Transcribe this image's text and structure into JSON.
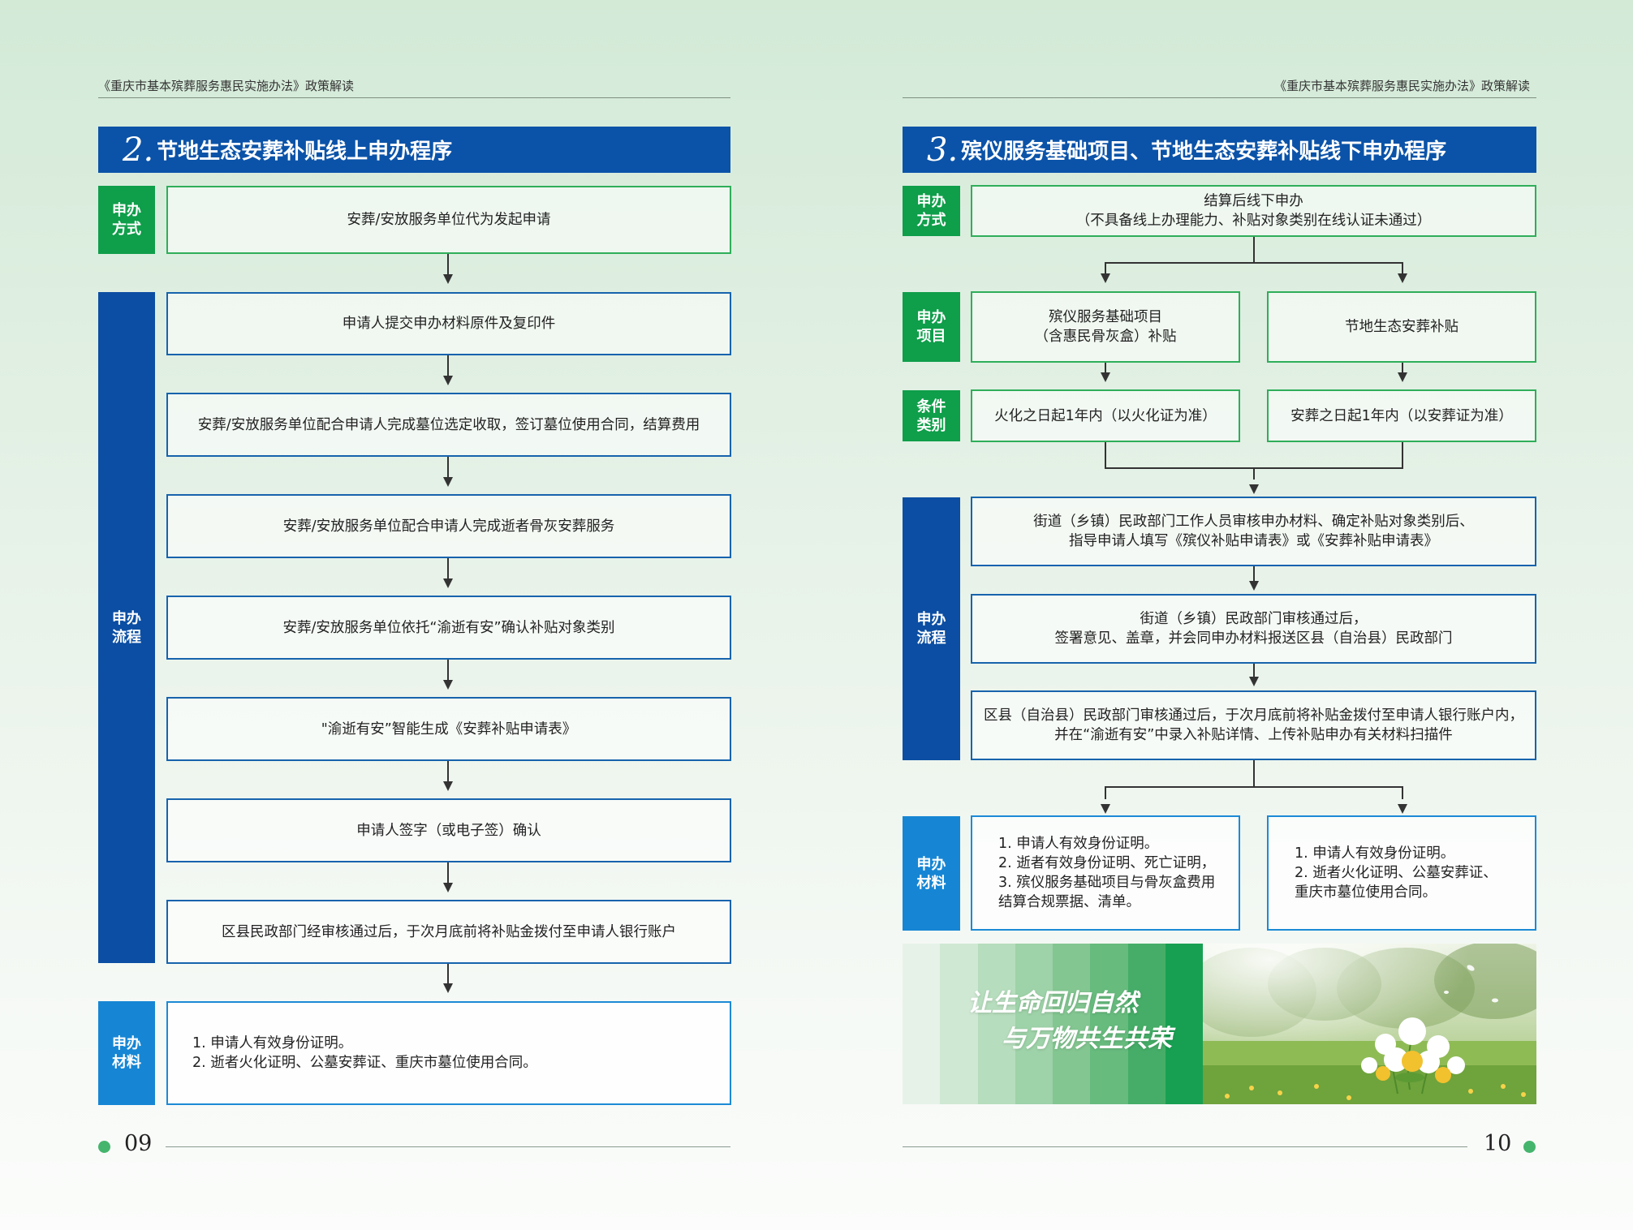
{
  "header": {
    "left": "《重庆市基本殡葬服务惠民实施办法》政策解读",
    "right": "《重庆市基本殡葬服务惠民实施办法》政策解读"
  },
  "left": {
    "section_num": "2.",
    "section_title": "节地生态安葬补贴线上申办程序",
    "label_method": "申办\n方式",
    "label_process": "申办\n流程",
    "label_materials": "申办\n材料",
    "method": "安葬/安放服务单位代为发起申请",
    "steps": [
      "申请人提交申办材料原件及复印件",
      "安葬/安放服务单位配合申请人完成墓位选定收取，签订墓位使用合同，结算费用",
      "安葬/安放服务单位配合申请人完成逝者骨灰安葬服务",
      "安葬/安放服务单位依托“渝逝有安”确认补贴对象类别",
      "\"渝逝有安”智能生成《安葬补贴申请表》",
      "申请人签字（或电子签）确认",
      "区县民政部门经审核通过后，于次月底前将补贴金拨付至申请人银行账户"
    ],
    "materials": [
      "1. 申请人有效身份证明。",
      "2. 逝者火化证明、公墓安葬证、重庆市墓位使用合同。"
    ],
    "page": "09"
  },
  "right": {
    "section_num": "3.",
    "section_title": "殡仪服务基础项目、节地生态安葬补贴线下申办程序",
    "label_method": "申办\n方式",
    "label_items": "申办\n项目",
    "label_conditions": "条件\n类别",
    "label_process": "申办\n流程",
    "label_materials": "申办\n材料",
    "method_line1": "结算后线下申办",
    "method_line2": "（不具备线上办理能力、补贴对象类别在线认证未通过）",
    "item1_line1": "殡仪服务基础项目",
    "item1_line2": "（含惠民骨灰盒）补贴",
    "item2": "节地生态安葬补贴",
    "cond1": "火化之日起1年内（以火化证为准）",
    "cond2": "安葬之日起1年内（以安葬证为准）",
    "step1_line1": "街道（乡镇）民政部门工作人员审核申办材料、确定补贴对象类别后、",
    "step1_line2": "指导申请人填写《殡仪补贴申请表》或《安葬补贴申请表》",
    "step2_line1": "街道（乡镇）民政部门审核通过后，",
    "step2_line2": "签署意见、盖章，并会同申办材料报送区县（自治县）民政部门",
    "step3_line1": "区县（自治县）民政部门审核通过后，于次月底前将补贴金拨付至申请人银行账户内，",
    "step3_line2": "并在“渝逝有安”中录入补贴详情、上传补贴申办有关材料扫描件",
    "materials1": [
      "1. 申请人有效身份证明。",
      "2. 逝者有效身份证明、死亡证明，",
      "3. 殡仪服务基础项目与骨灰盒费用",
      "结算合规票据、清单。"
    ],
    "materials2": [
      "1. 申请人有效身份证明。",
      "2. 逝者火化证明、公墓安葬证、",
      "重庆市墓位使用合同。"
    ],
    "slogan_line1": "让生命回归自然",
    "slogan_line2": "与万物共生共荣",
    "page": "10"
  },
  "colors": {
    "navy": "#0b53a8",
    "green": "#0f9e4a",
    "light_blue": "#1686d4",
    "box_green_border": "#2fae5a",
    "box_blue_border": "#1763ad"
  }
}
